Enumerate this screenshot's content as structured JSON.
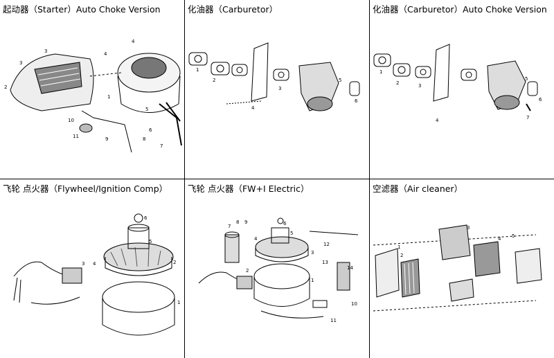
{
  "panels": [
    {
      "title": "起动器（Starter）Auto Choke Version",
      "callouts": [
        "1",
        "2",
        "3",
        "3",
        "4",
        "4",
        "5",
        "6",
        "7",
        "8",
        "9",
        "10",
        "11"
      ]
    },
    {
      "title": "化油器（Carburetor）",
      "callouts": [
        "1",
        "2",
        "3",
        "4",
        "5",
        "6"
      ]
    },
    {
      "title": "化油器（Carburetor）Auto Choke Version",
      "callouts": [
        "1",
        "2",
        "3",
        "4",
        "5",
        "6",
        "7"
      ]
    },
    {
      "title": "飞轮 点火器（Flywheel/Ignition Comp）",
      "callouts": [
        "1",
        "2",
        "3",
        "4",
        "5",
        "6"
      ]
    },
    {
      "title": "飞轮 点火器（FW+I Electric）",
      "callouts": [
        "1",
        "2",
        "3",
        "4",
        "5",
        "6",
        "7",
        "8",
        "9",
        "10",
        "11",
        "12",
        "13",
        "14"
      ]
    },
    {
      "title": "空滤器（Air cleaner）",
      "callouts": [
        "1",
        "2",
        "3",
        "4",
        "5"
      ]
    }
  ]
}
